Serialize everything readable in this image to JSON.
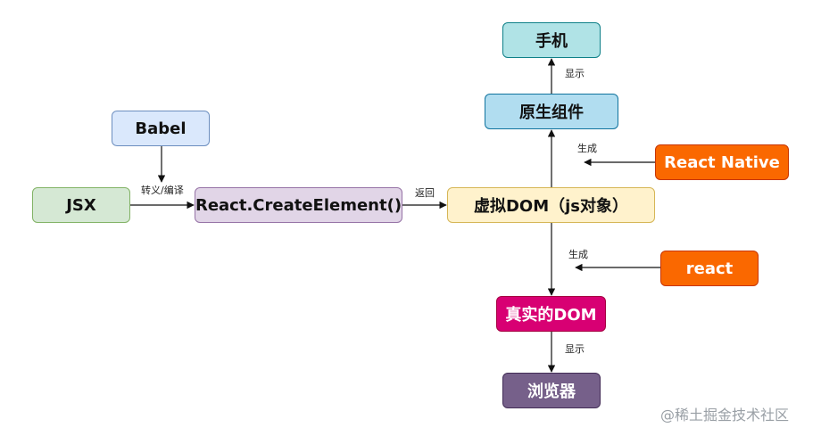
{
  "nodes": {
    "jsx": "JSX",
    "babel": "Babel",
    "create_element": "React.CreateElement()",
    "virtual_dom": "虚拟DOM（js对象）",
    "phone": "手机",
    "native_components": "原生组件",
    "react_native": "React Native",
    "react": "react",
    "real_dom": "真实的DOM",
    "browser": "浏览器"
  },
  "edge_labels": {
    "translate_compile": "转义/编译",
    "return": "返回",
    "show_top": "显示",
    "generate_top": "生成",
    "generate_bottom": "生成",
    "show_bottom": "显示"
  },
  "watermark": "@稀土掘金技术社区",
  "colors": {
    "edge": "#111111",
    "orange": "#fa6800",
    "magenta": "#d80073",
    "purple": "#76608a"
  }
}
